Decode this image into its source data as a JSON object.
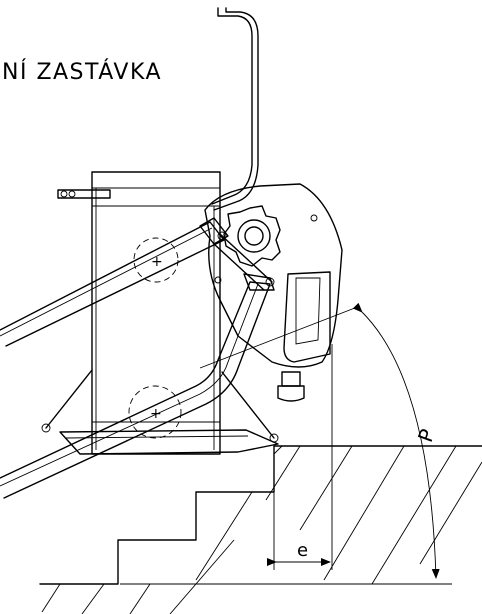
{
  "title": "NÍ ZASTÁVKA",
  "labels": {
    "angle": "P",
    "offset": "e"
  }
}
